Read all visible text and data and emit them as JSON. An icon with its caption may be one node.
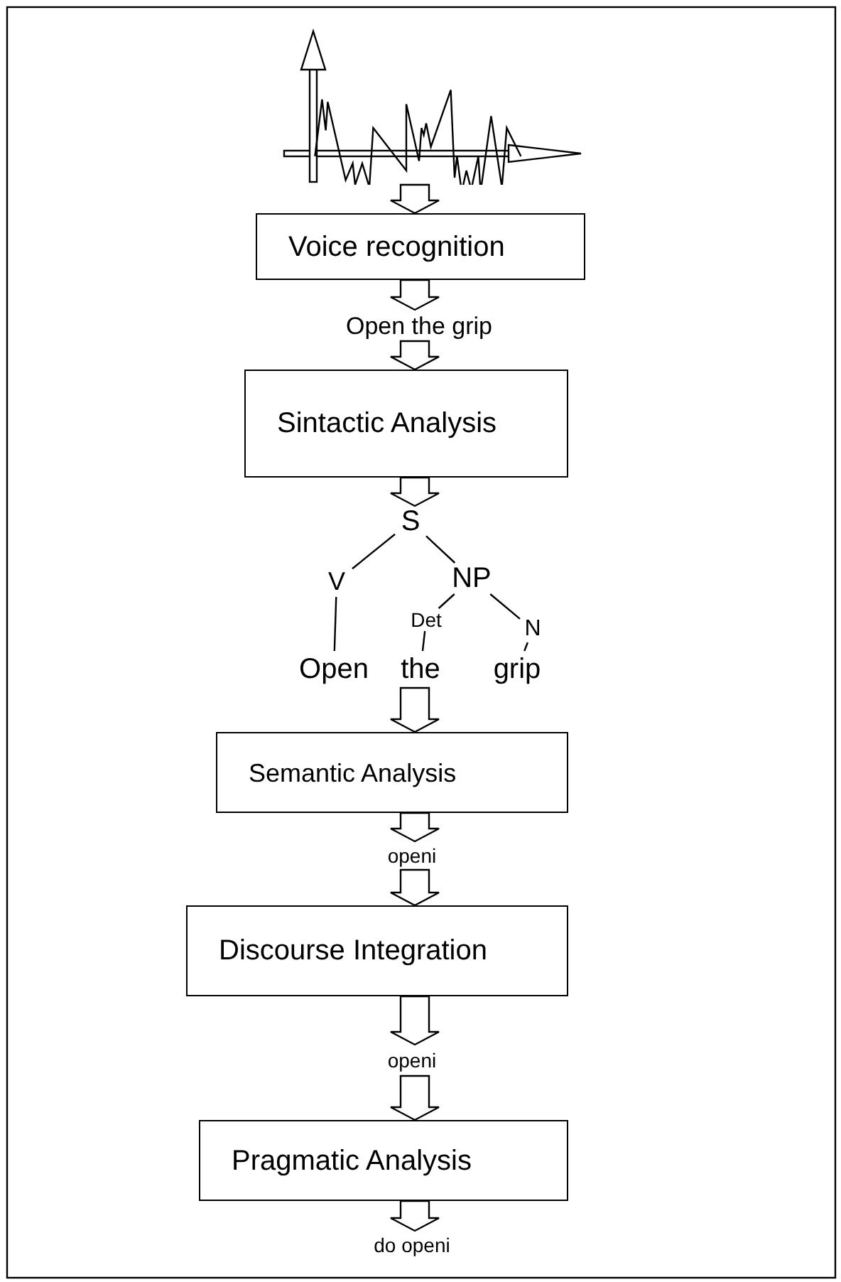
{
  "diagram": {
    "nodes": [
      {
        "text": [],
        "shape": "picture"
      },
      {
        "text": [
          "Voice recognition"
        ]
      },
      {
        "text": [
          "Open the grip"
        ]
      },
      {
        "text": [
          "Sintactic Analysis"
        ]
      },
      {
        "text": [
          "S"
        ]
      },
      {
        "text": [
          "V"
        ]
      },
      {
        "text": [
          "NP"
        ]
      },
      {
        "text": [
          "Det"
        ]
      },
      {
        "text": [
          "N"
        ]
      },
      {
        "text": [
          "Open"
        ]
      },
      {
        "text": [
          "the"
        ]
      },
      {
        "text": [
          "grip"
        ]
      },
      {
        "text": [
          "Semantic Analysis"
        ]
      },
      {
        "text": [
          "openi"
        ]
      },
      {
        "text": [
          "Discourse Integration"
        ]
      },
      {
        "text": [
          "openi"
        ]
      },
      {
        "text": [
          "Pragmatic Analysis"
        ]
      },
      {
        "text": [
          "do openi"
        ]
      }
    ],
    "edges": [
      {
        "from": 0,
        "to": 1,
        "arrow": "to"
      },
      {
        "from": 1,
        "to": 2,
        "arrow": "to"
      },
      {
        "from": 2,
        "to": 3,
        "arrow": "to"
      },
      {
        "from": 3,
        "to": 4,
        "arrow": "to"
      },
      {
        "from": 4,
        "to": 5,
        "arrow": "none"
      },
      {
        "from": 4,
        "to": 6,
        "arrow": "none"
      },
      {
        "from": 6,
        "to": 7,
        "arrow": "none"
      },
      {
        "from": 6,
        "to": 8,
        "arrow": "none"
      },
      {
        "from": 5,
        "to": 9,
        "arrow": "none"
      },
      {
        "from": 7,
        "to": 10,
        "arrow": "none"
      },
      {
        "from": 8,
        "to": 11,
        "arrow": "none"
      },
      {
        "from": 10,
        "to": 12,
        "arrow": "to"
      },
      {
        "from": 12,
        "to": 13,
        "arrow": "to"
      },
      {
        "from": 13,
        "to": 14,
        "arrow": "to"
      },
      {
        "from": 14,
        "to": 15,
        "arrow": "to"
      },
      {
        "from": 15,
        "to": 16,
        "arrow": "to"
      },
      {
        "from": 16,
        "to": 17,
        "arrow": "to"
      }
    ]
  }
}
